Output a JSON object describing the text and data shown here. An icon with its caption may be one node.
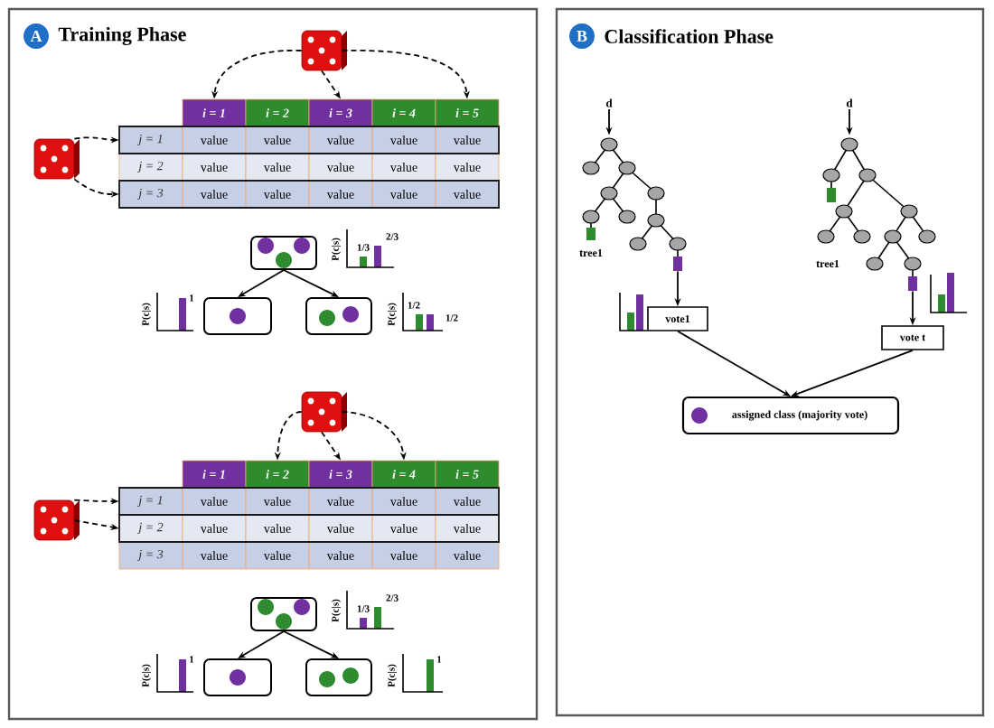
{
  "diagram": {
    "nodes": [
      {
        "text": [
          "Training Phase"
        ]
      },
      {
        "text": [
          "A"
        ],
        "in": 0
      },
      {
        "text": [],
        "shape": "die",
        "in": 0
      },
      {
        "text": [],
        "shape": "die",
        "in": 0
      },
      {
        "text": [
          "i = 1"
        ],
        "in": 0
      },
      {
        "text": [
          "i = 2"
        ],
        "in": 0
      },
      {
        "text": [
          "i = 3"
        ],
        "in": 0
      },
      {
        "text": [
          "i = 4"
        ],
        "in": 0
      },
      {
        "text": [
          "i = 5"
        ],
        "in": 0
      },
      {
        "text": [
          "j = 1"
        ],
        "in": 0
      },
      {
        "text": [
          "j = 2"
        ],
        "in": 0
      },
      {
        "text": [
          "j = 3"
        ],
        "in": 0
      },
      {
        "text": [],
        "shape": "box",
        "in": 0
      },
      {
        "text": [],
        "shape": "box",
        "in": 0
      },
      {
        "text": [],
        "shape": "box",
        "in": 0
      },
      {
        "text": [],
        "shape": "die",
        "in": 0
      },
      {
        "text": [],
        "shape": "die",
        "in": 0
      },
      {
        "text": [
          "i = 1"
        ],
        "in": 0
      },
      {
        "text": [
          "i = 2"
        ],
        "in": 0
      },
      {
        "text": [
          "i = 3"
        ],
        "in": 0
      },
      {
        "text": [
          "i = 4"
        ],
        "in": 0
      },
      {
        "text": [
          "i = 5"
        ],
        "in": 0
      },
      {
        "text": [
          "j = 1"
        ],
        "in": 0
      },
      {
        "text": [
          "j = 2"
        ],
        "in": 0
      },
      {
        "text": [
          "j = 3"
        ],
        "in": 0
      },
      {
        "text": [],
        "shape": "box",
        "in": 0
      },
      {
        "text": [],
        "shape": "box",
        "in": 0
      },
      {
        "text": [],
        "shape": "box",
        "in": 0
      },
      {
        "text": [
          "Classification Phase"
        ]
      },
      {
        "text": [
          "B"
        ],
        "in": 28
      },
      {
        "text": [
          "d"
        ],
        "in": 28
      },
      {
        "text": [
          "tree1"
        ],
        "in": 28
      },
      {
        "text": [
          "d"
        ],
        "in": 28
      },
      {
        "text": [
          "tree1"
        ],
        "in": 28
      },
      {
        "text": [
          "vote1"
        ],
        "in": 28
      },
      {
        "text": [
          "vote t"
        ],
        "in": 28
      },
      {
        "text": [
          "assigned class (majority vote)"
        ],
        "in": 28
      }
    ],
    "edges": [
      {
        "from": 2,
        "to": 4,
        "arrow": "to",
        "style": "dashed"
      },
      {
        "from": 2,
        "to": 6,
        "arrow": "to",
        "style": "dashed"
      },
      {
        "from": 2,
        "to": 8,
        "arrow": "to",
        "style": "dashed"
      },
      {
        "from": 3,
        "to": 9,
        "arrow": "to",
        "style": "dashed"
      },
      {
        "from": 3,
        "to": 11,
        "arrow": "to",
        "style": "dashed"
      },
      {
        "from": 12,
        "to": 13,
        "arrow": "to"
      },
      {
        "from": 12,
        "to": 14,
        "arrow": "to"
      },
      {
        "from": 15,
        "to": 18,
        "arrow": "to",
        "style": "dashed"
      },
      {
        "from": 15,
        "to": 19,
        "arrow": "to",
        "style": "dashed"
      },
      {
        "from": 15,
        "to": 20,
        "arrow": "to",
        "style": "dashed"
      },
      {
        "from": 16,
        "to": 22,
        "arrow": "to",
        "style": "dashed"
      },
      {
        "from": 16,
        "to": 23,
        "arrow": "to",
        "style": "dashed"
      },
      {
        "from": 25,
        "to": 26,
        "arrow": "to"
      },
      {
        "from": 25,
        "to": 27,
        "arrow": "to"
      },
      {
        "from": 30,
        "to": 31,
        "arrow": "to"
      },
      {
        "from": 32,
        "to": 33,
        "arrow": "to"
      },
      {
        "from": 31,
        "to": 34,
        "arrow": "to"
      },
      {
        "from": 33,
        "to": 35,
        "arrow": "to"
      },
      {
        "from": 34,
        "to": 36,
        "arrow": "to"
      },
      {
        "from": 35,
        "to": 36,
        "arrow": "to"
      }
    ],
    "labels": [
      "value",
      "value",
      "value",
      "value",
      "value",
      "value",
      "value",
      "value",
      "value",
      "value",
      "value",
      "value",
      "value",
      "value",
      "value",
      "P(c|s)",
      "1/3",
      "2/3",
      "P(c|s)",
      "1",
      "P(c|s)",
      "1/2",
      "1/2",
      "value",
      "value",
      "value",
      "value",
      "value",
      "value",
      "value",
      "value",
      "value",
      "value",
      "value",
      "value",
      "value",
      "value",
      "value",
      "P(c|s)",
      "1/3",
      "2/3",
      "P(c|s)",
      "1",
      "P(c|s)",
      "1"
    ]
  }
}
